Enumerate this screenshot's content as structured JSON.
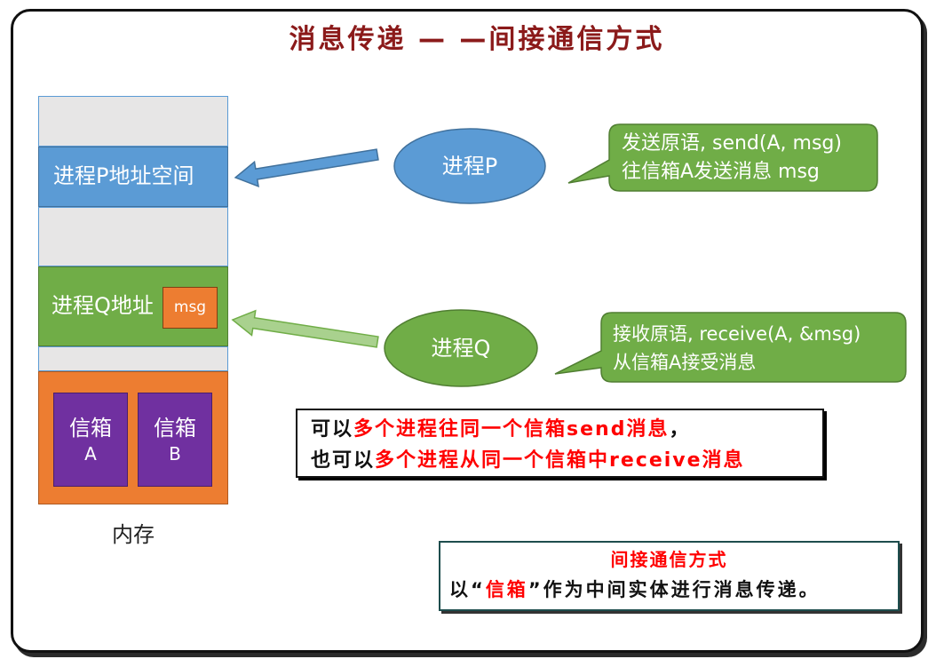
{
  "title": "消息传递 — —间接通信方式",
  "memory": {
    "p_space_label": "进程P地址空间",
    "q_space_label": "进程Q地址",
    "msg_label": "msg",
    "mailbox_a": {
      "line1": "信箱",
      "line2": "A"
    },
    "mailbox_b": {
      "line1": "信箱",
      "line2": "B"
    },
    "caption": "内存"
  },
  "process_p": {
    "label": "进程P",
    "callout_line1": "发送原语, send(A, msg)",
    "callout_line2": "往信箱A发送消息 msg"
  },
  "process_q": {
    "label": "进程Q",
    "callout_line1": "接收原语, receive(A, &msg)",
    "callout_line2": "从信箱A接受消息"
  },
  "note": {
    "line1": {
      "prefix": "可以",
      "highlight": "多个进程往同一个信箱send消息",
      "suffix": "，"
    },
    "line2": {
      "prefix": "也可以",
      "highlight": "多个进程从同一个信箱中receive消息"
    }
  },
  "definition": {
    "heading": "间接通信方式",
    "prefix": "以“",
    "highlight": "信箱",
    "suffix": "”作为中间实体进行消息传递。"
  },
  "colors": {
    "title": "#8b1a1a",
    "blue": "#5b9bd5",
    "blue_dark": "#41719c",
    "green": "#70ad47",
    "green_dark": "#507e32",
    "green_light": "#a9d18e",
    "orange": "#ed7d31",
    "orange_dark": "#ae5a21",
    "purple": "#7030a0",
    "purple_dark": "#4b1f6b",
    "gray": "#e7e6e6",
    "red": "#ff0000",
    "teal_border": "#1e4d4d"
  }
}
